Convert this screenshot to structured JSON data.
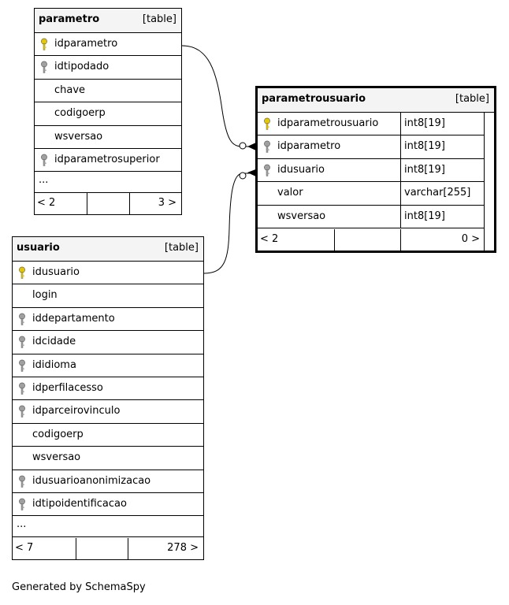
{
  "tables": {
    "parametro": {
      "name": "parametro",
      "type_label": "[table]",
      "columns": [
        {
          "name": "idparametro",
          "key": "primary-key-icon"
        },
        {
          "name": "idtipodado",
          "key": "foreign-key-icon"
        },
        {
          "name": "chave",
          "key": ""
        },
        {
          "name": "codigoerp",
          "key": ""
        },
        {
          "name": "wsversao",
          "key": ""
        },
        {
          "name": "idparametrosuperior",
          "key": "foreign-key-icon"
        }
      ],
      "ellipsis": "...",
      "footer_left": "< 2",
      "footer_right": "3 >"
    },
    "parametrousuario": {
      "name": "parametrousuario",
      "type_label": "[table]",
      "columns": [
        {
          "name": "idparametrousuario",
          "type": "int8[19]",
          "key": "primary-key-icon"
        },
        {
          "name": "idparametro",
          "type": "int8[19]",
          "key": "foreign-key-icon"
        },
        {
          "name": "idusuario",
          "type": "int8[19]",
          "key": "foreign-key-icon"
        },
        {
          "name": "valor",
          "type": "varchar[255]",
          "key": ""
        },
        {
          "name": "wsversao",
          "type": "int8[19]",
          "key": ""
        }
      ],
      "footer_left": "< 2",
      "footer_right": "0 >"
    },
    "usuario": {
      "name": "usuario",
      "type_label": "[table]",
      "columns": [
        {
          "name": "idusuario",
          "key": "primary-key-icon"
        },
        {
          "name": "login",
          "key": ""
        },
        {
          "name": "iddepartamento",
          "key": "foreign-key-icon"
        },
        {
          "name": "idcidade",
          "key": "foreign-key-icon"
        },
        {
          "name": "ididioma",
          "key": "foreign-key-icon"
        },
        {
          "name": "idperfilacesso",
          "key": "foreign-key-icon"
        },
        {
          "name": "idparceirovinculo",
          "key": "foreign-key-icon"
        },
        {
          "name": "codigoerp",
          "key": ""
        },
        {
          "name": "wsversao",
          "key": ""
        },
        {
          "name": "idusuarioanonimizacao",
          "key": "foreign-key-icon"
        },
        {
          "name": "idtipoidentificacao",
          "key": "foreign-key-icon"
        }
      ],
      "ellipsis": "...",
      "footer_left": "< 7",
      "footer_right": "278 >"
    }
  },
  "colors": {
    "primary_key": "#e6c800",
    "foreign_key": "#a0a0a0",
    "header_bg": "#f4f4f4"
  },
  "footer_credit": "Generated by SchemaSpy"
}
